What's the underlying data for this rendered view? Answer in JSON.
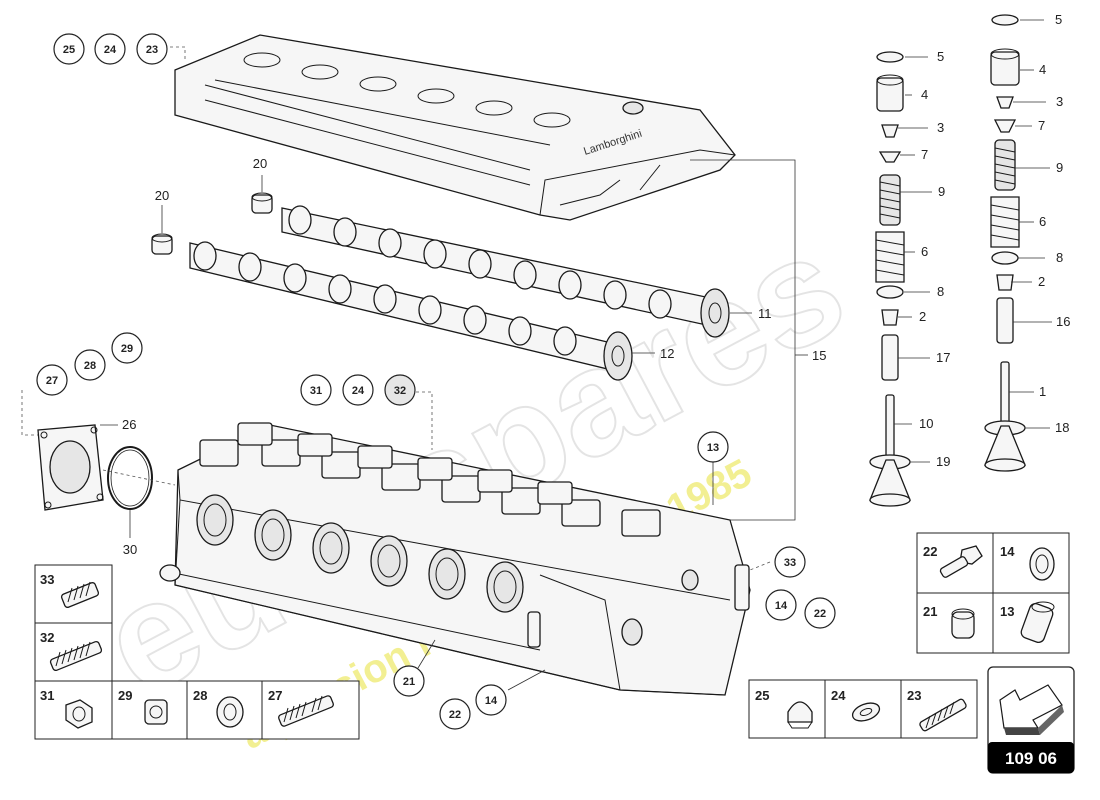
{
  "page_number": "109 06",
  "watermark": {
    "brand": "eurospares",
    "tagline": "a passion for parts since 1985"
  },
  "callouts_circled": {
    "c25": "25",
    "c24": "24",
    "c23": "23",
    "c27": "27",
    "c28": "28",
    "c29": "29",
    "c31": "31",
    "c24b": "24",
    "c32": "32",
    "c13": "13",
    "c33": "33",
    "c14": "14",
    "c22": "22",
    "c21": "21",
    "c22b": "22",
    "c14b": "14"
  },
  "labels": {
    "l20a": "20",
    "l20b": "20",
    "l11": "11",
    "l12": "12",
    "l15": "15",
    "l26": "26",
    "l30": "30",
    "l5a": "5",
    "l4a": "4",
    "l3a": "3",
    "l7a": "7",
    "l9a": "9",
    "l6a": "6",
    "l8a": "8",
    "l2a": "2",
    "l17": "17",
    "l10": "10",
    "l19": "19",
    "l5b": "5",
    "l4b": "4",
    "l3b": "3",
    "l7b": "7",
    "l9b": "9",
    "l6b": "6",
    "l8b": "8",
    "l2b": "2",
    "l16": "16",
    "l1": "1",
    "l18": "18"
  },
  "box_left": [
    "33",
    "32",
    "31",
    "29",
    "28",
    "27"
  ],
  "box_right_grid": [
    "22",
    "14",
    "21",
    "13"
  ],
  "box_bottom": [
    "25",
    "24",
    "23"
  ]
}
